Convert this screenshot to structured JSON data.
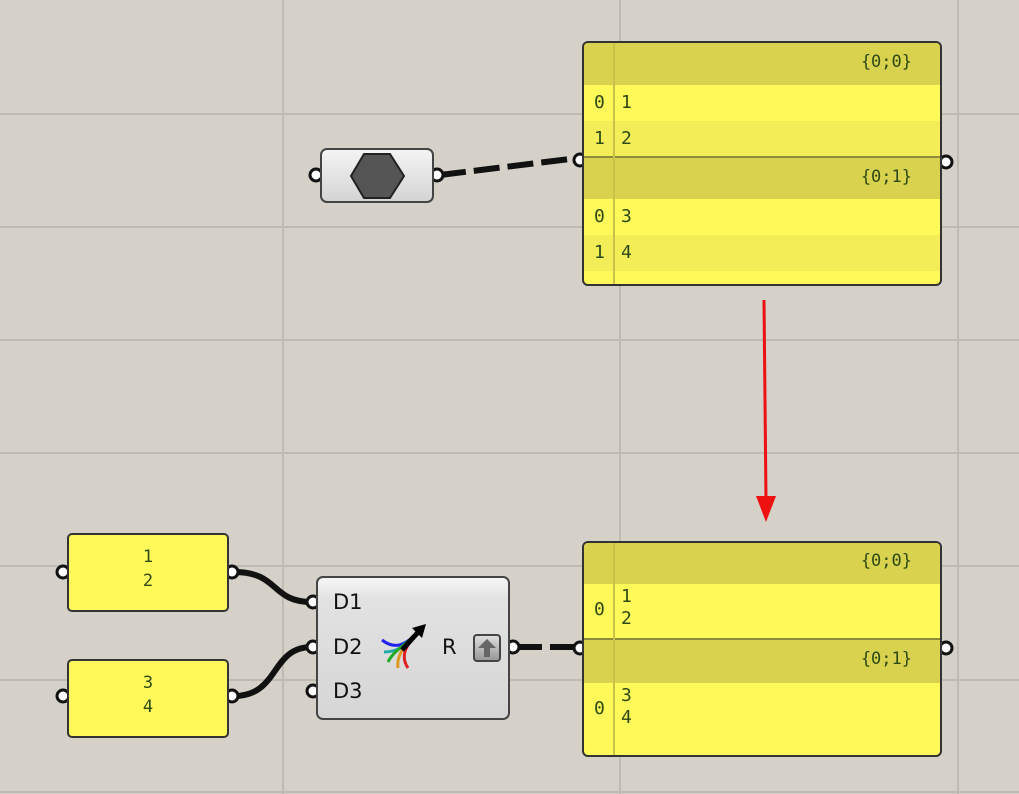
{
  "top_panel": {
    "branches": [
      {
        "path": "{0;0}",
        "items": [
          {
            "index": "0",
            "value": "1"
          },
          {
            "index": "1",
            "value": "2"
          }
        ]
      },
      {
        "path": "{0;1}",
        "items": [
          {
            "index": "0",
            "value": "3"
          },
          {
            "index": "1",
            "value": "4"
          }
        ]
      }
    ]
  },
  "bottom_panel": {
    "branches": [
      {
        "path": "{0;0}",
        "items": [
          {
            "index": "0",
            "value": "1\n2"
          }
        ]
      },
      {
        "path": "{0;1}",
        "items": [
          {
            "index": "0",
            "value": "3\n4"
          }
        ]
      }
    ]
  },
  "input_panels": [
    {
      "value": "1\n2"
    },
    {
      "value": "3\n4"
    }
  ],
  "component": {
    "inputs": [
      "D1",
      "D2",
      "D3"
    ],
    "output": "R"
  },
  "colors": {
    "panel": "#fffa5a",
    "panel_header": "#d8d24f",
    "arrow": "#ee1111"
  }
}
